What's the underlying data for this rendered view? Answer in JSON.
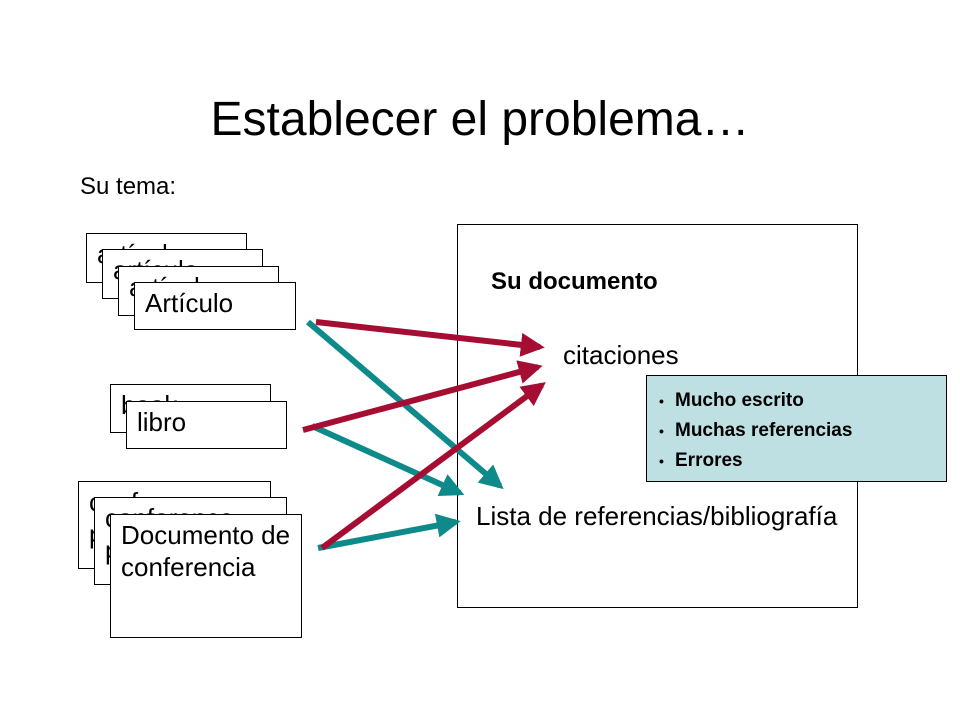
{
  "title": "Establecer el problema…",
  "subtitle": "Su tema:",
  "sources": {
    "articles": [
      "artículo",
      "artículo",
      "artículo",
      "Artículo"
    ],
    "books": [
      "book",
      "libro"
    ],
    "conference": [
      "conference paper",
      "conference paper",
      "Documento de conferencia"
    ]
  },
  "document": {
    "title": "Su documento",
    "citations": "citaciones",
    "reference_list": "Lista de referencias/bibliografía"
  },
  "callout": {
    "items": [
      "Mucho escrito",
      "Muchas referencias",
      "Errores"
    ]
  },
  "colors": {
    "citation_arrow": "#a50d32",
    "reference_arrow": "#0e8a8a",
    "callout_bg": "#bfe0e3"
  }
}
